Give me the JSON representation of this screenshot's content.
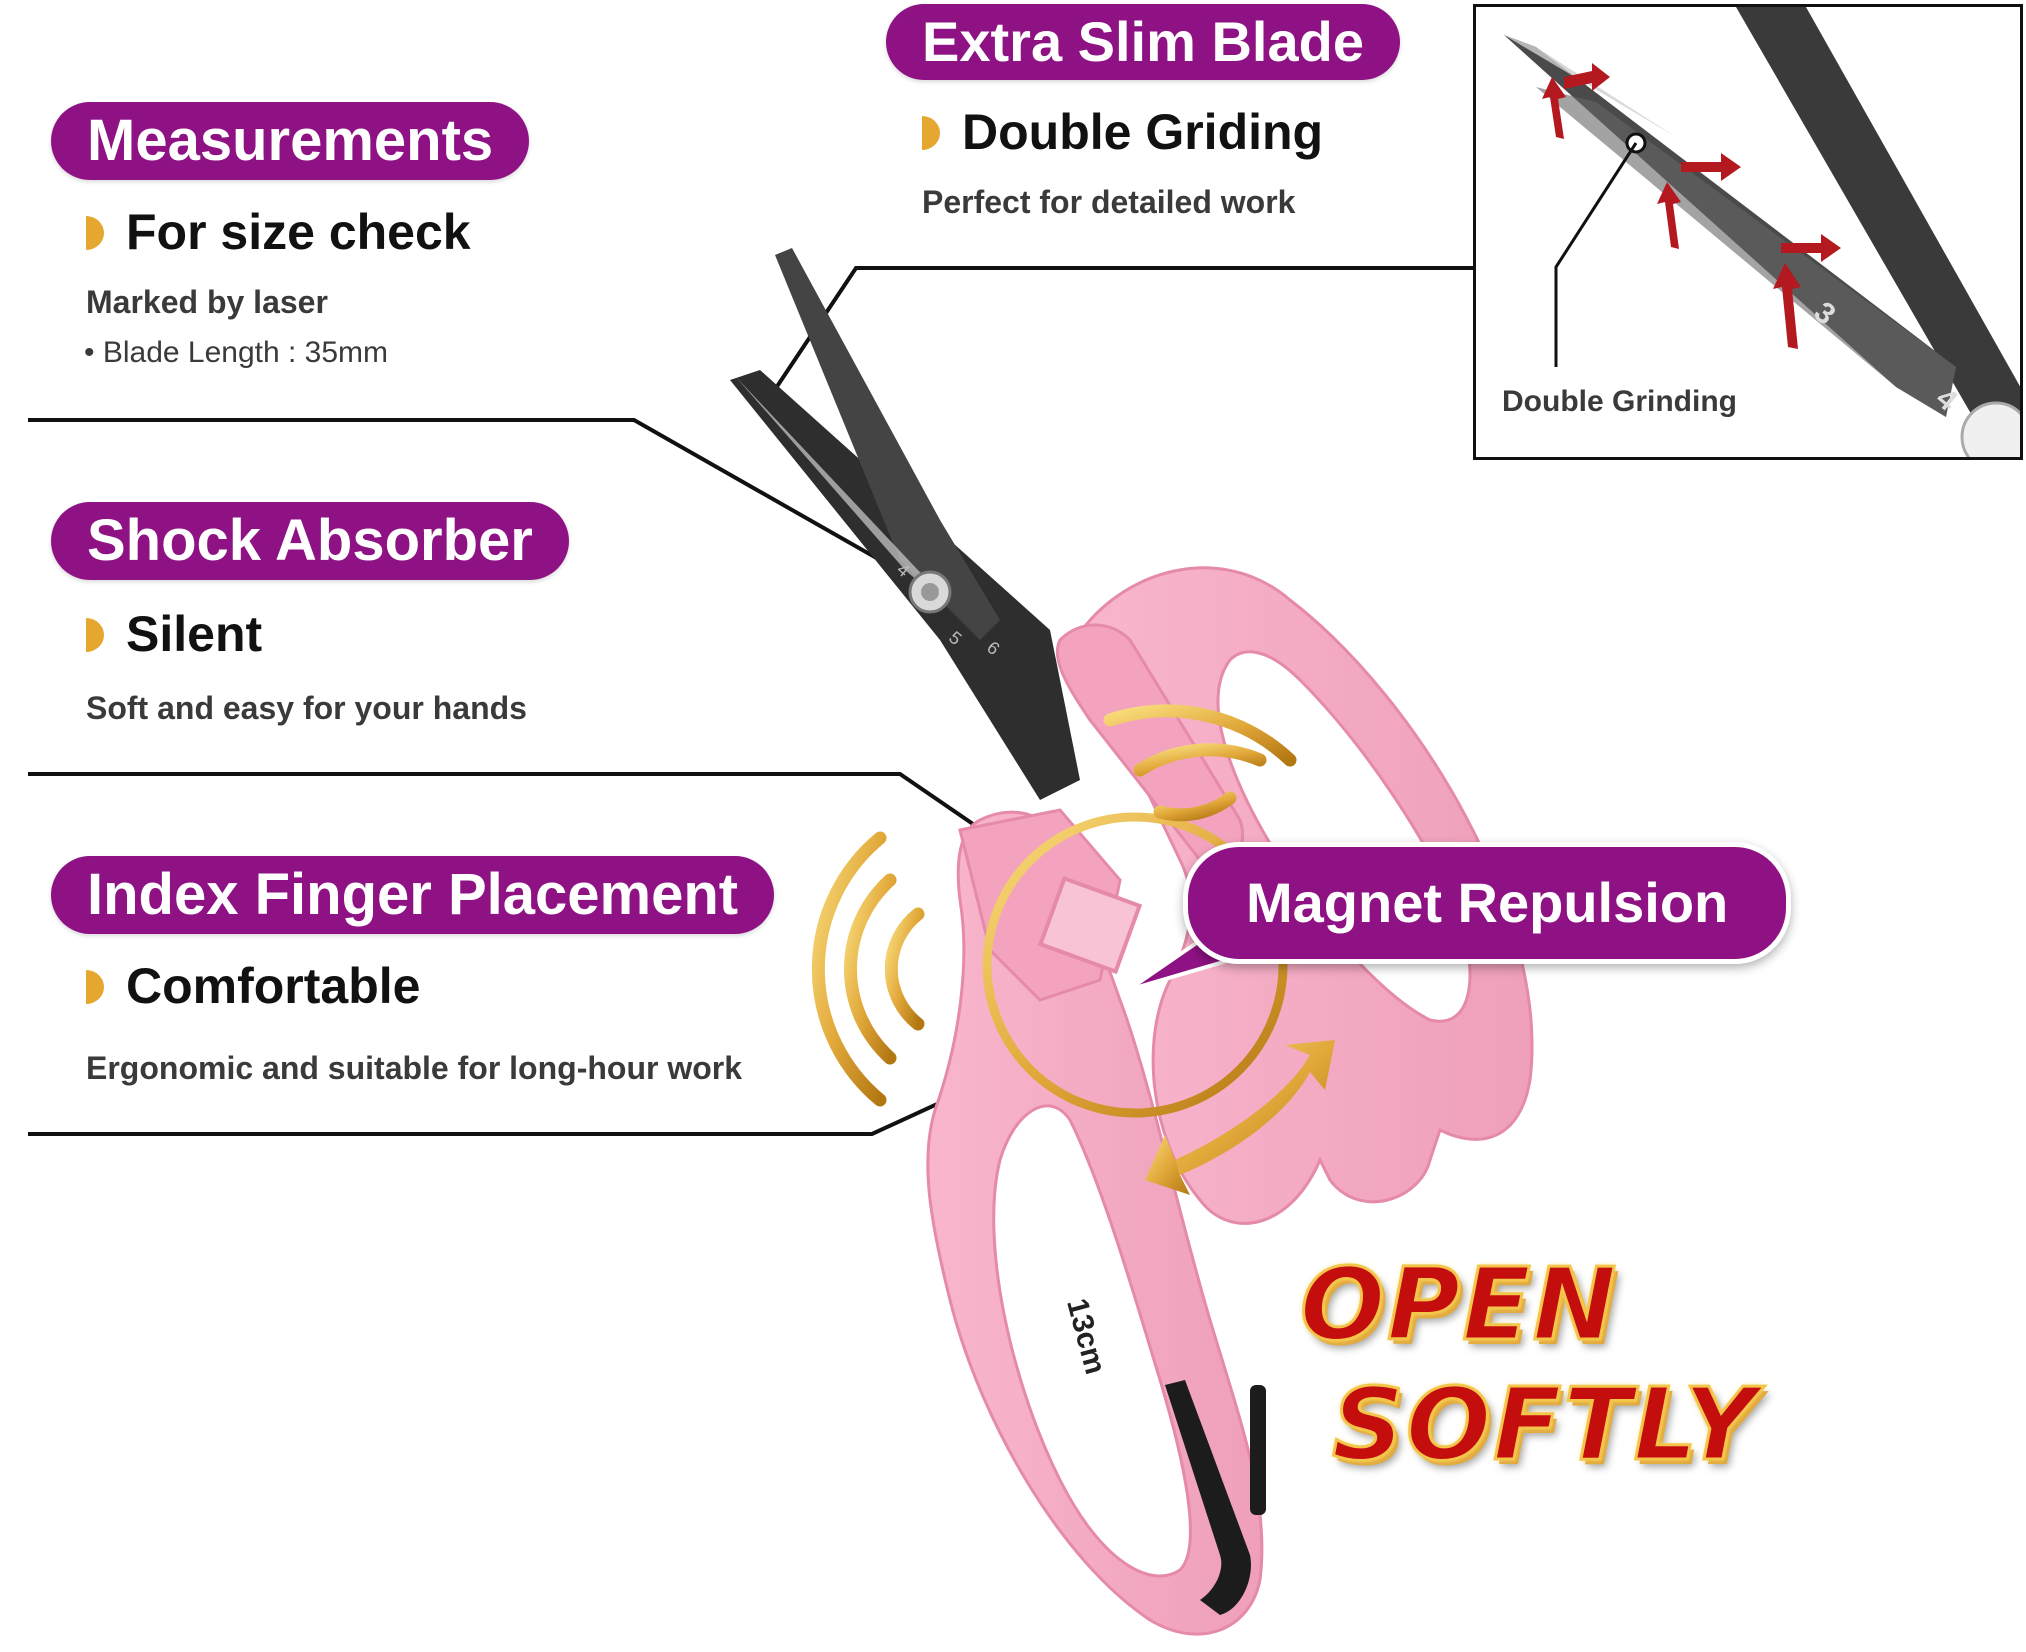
{
  "features": [
    {
      "title": "Measurements",
      "subtitle": "For size check",
      "description": "Marked by laser",
      "note": "Blade Length : 35mm"
    },
    {
      "title": "Shock Absorber",
      "subtitle": "Silent",
      "description": "Soft and easy for your hands"
    },
    {
      "title": "Index Finger Placement",
      "subtitle": "Comfortable",
      "description": "Ergonomic and suitable for long-hour work"
    }
  ],
  "blade": {
    "title": "Extra Slim Blade",
    "subtitle": "Double Griding",
    "description": "Perfect for detailed work"
  },
  "inset": {
    "label": "Double Grinding",
    "marks": [
      "3",
      "4"
    ]
  },
  "magnet": {
    "label": "Magnet Repulsion"
  },
  "slogan": {
    "line1": "OPEN",
    "line2": "SOFTLY"
  },
  "scissors": {
    "size_mark": "13cm",
    "blade_marks": [
      "4",
      "5",
      "6"
    ]
  },
  "colors": {
    "pill": "#8e1283",
    "handle": "#f6a9c3",
    "gold": "#e2a93b",
    "slogan": "#c40d0d",
    "blade": "#3b3b3b"
  }
}
